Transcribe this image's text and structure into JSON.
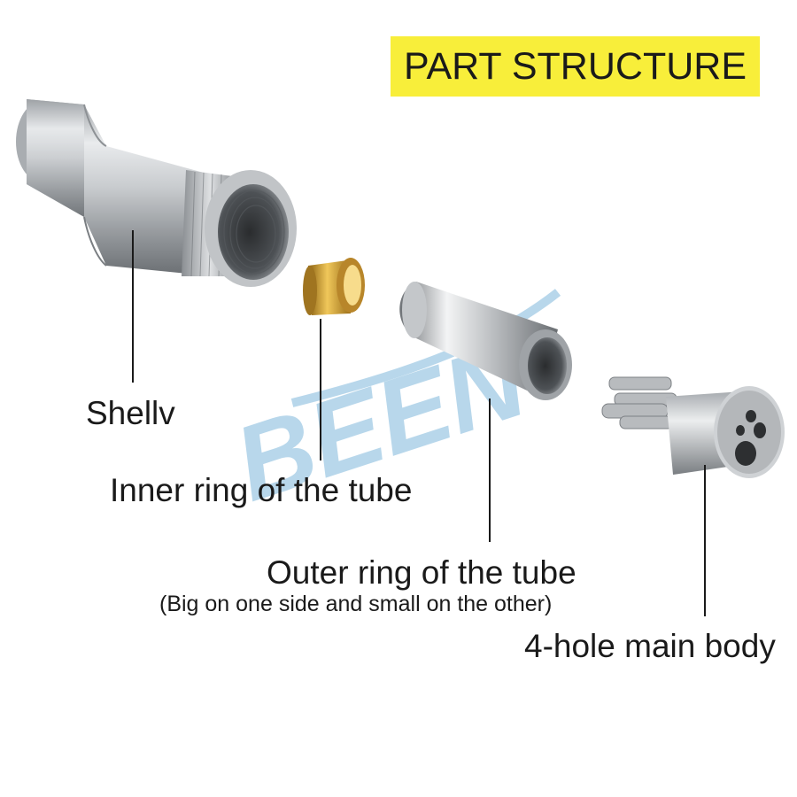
{
  "title": "PART STRUCTURE",
  "watermark": "BEEN",
  "labels": {
    "shell": "Shellv",
    "inner_ring": "Inner ring of the tube",
    "outer_ring": "Outer ring of the tube",
    "outer_ring_note": "(Big on one side and small on the other)",
    "main_body": "4-hole main body"
  },
  "colors": {
    "banner": "#f8ee3a",
    "text": "#1a1a1a",
    "watermark": "#7fb8dc",
    "brass": "#c99a2e",
    "silver": "#c8c8c8"
  }
}
